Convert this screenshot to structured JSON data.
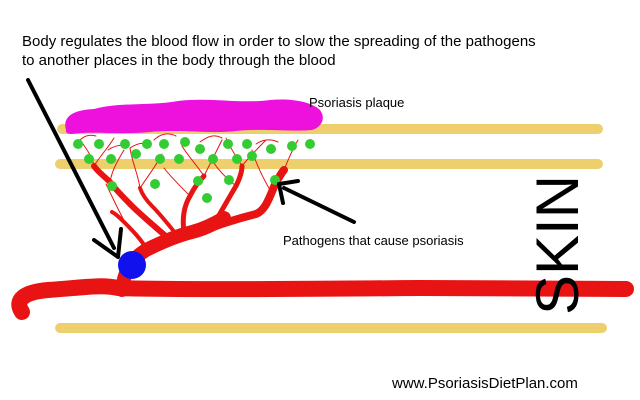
{
  "caption": {
    "line1": "Body regulates the blood flow in order to slow the spreading of the pathogens",
    "line2": "to another places in the body through the blood"
  },
  "labels": {
    "plaque": "Psoriasis plaque",
    "pathogens": "Pathogens that cause psoriasis",
    "skin": "SKIN"
  },
  "footer": {
    "url": "www.PsoriasisDietPlan.com"
  },
  "colors": {
    "skin_layer": "#eecf6d",
    "plaque": "#ee11dd",
    "blood_vessel": "#e81414",
    "pathogen": "#33cc33",
    "regulator_node": "#1111ee",
    "arrow": "#000000"
  }
}
